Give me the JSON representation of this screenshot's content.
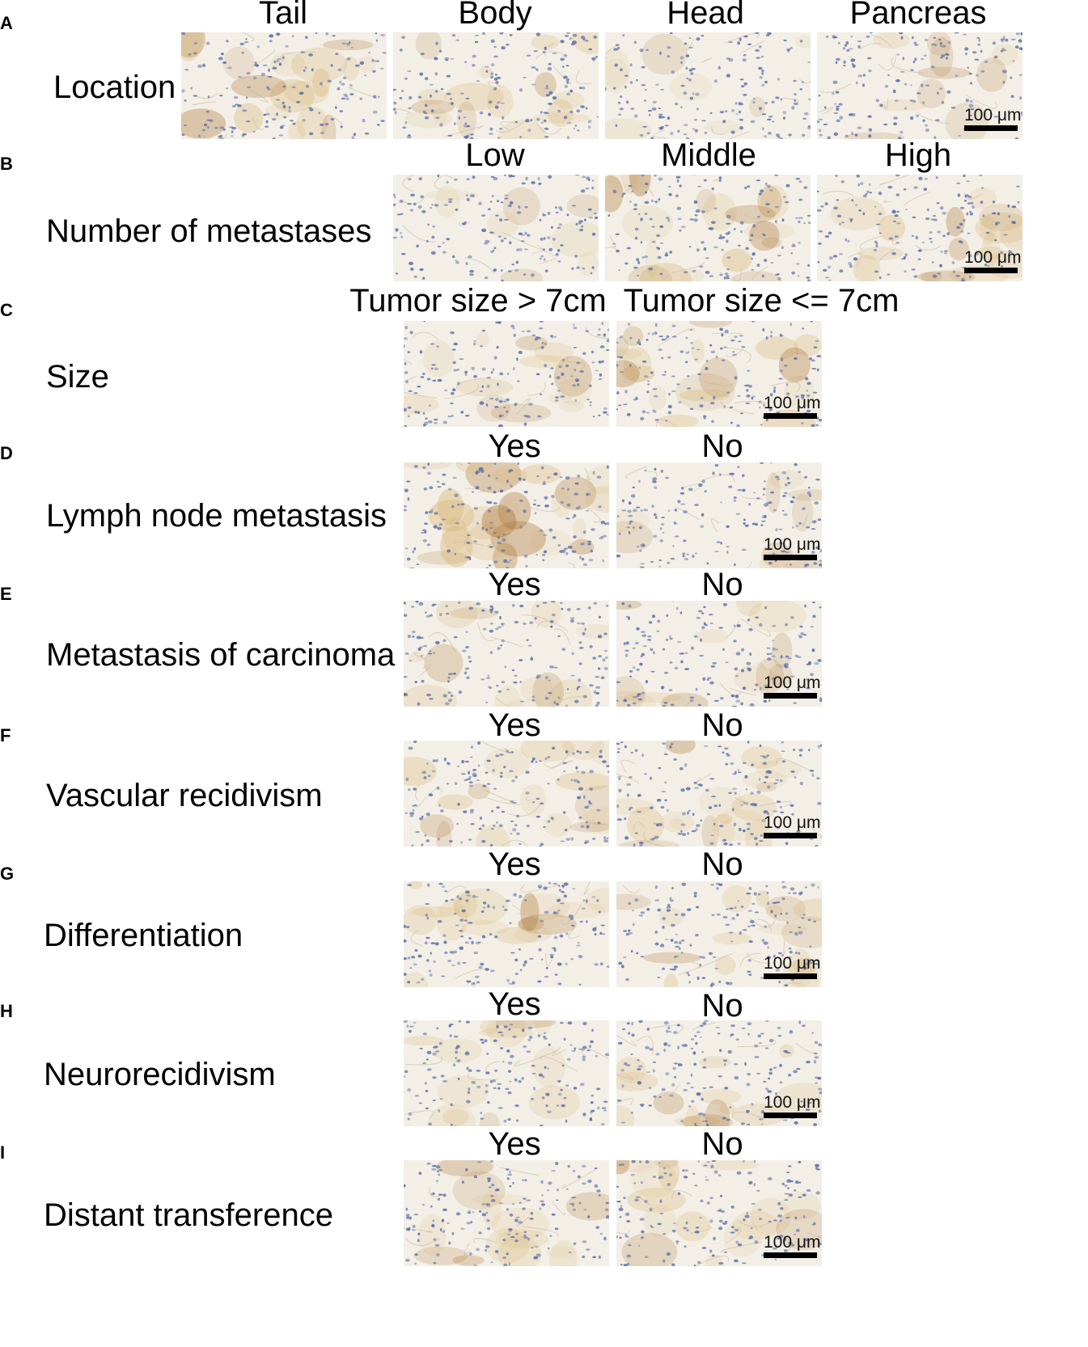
{
  "panels": [
    {
      "letter": "A",
      "label": "Location",
      "columns": [
        "Tail",
        "Body",
        "Head",
        "Pancreas"
      ]
    },
    {
      "letter": "B",
      "label": "Number of metastases",
      "columns": [
        "Low",
        "Middle",
        "High"
      ]
    },
    {
      "letter": "C",
      "label": "Size",
      "columns": [
        "Tumor size > 7cm",
        "Tumor size <= 7cm"
      ]
    },
    {
      "letter": "D",
      "label": "Lymph node metastasis",
      "columns": [
        "Yes",
        "No"
      ]
    },
    {
      "letter": "E",
      "label": "Metastasis of carcinoma",
      "columns": [
        "Yes",
        "No"
      ]
    },
    {
      "letter": "F",
      "label": "Vascular recidivism",
      "columns": [
        "Yes",
        "No"
      ]
    },
    {
      "letter": "G",
      "label": "Differentiation",
      "columns": [
        "Yes",
        "No"
      ]
    },
    {
      "letter": "H",
      "label": "Neurorecidivism",
      "columns": [
        "Yes",
        "No"
      ]
    },
    {
      "letter": "I",
      "label": "Distant transference",
      "columns": [
        "Yes",
        "No"
      ]
    }
  ],
  "scale_bar": "100 μm",
  "colors": {
    "background": "#ffffff",
    "tissue_background": "#f3efe6",
    "nuclei": "#5b6ea8",
    "stain_light": "#d9b77a",
    "stain_dark": "#a8702d"
  }
}
